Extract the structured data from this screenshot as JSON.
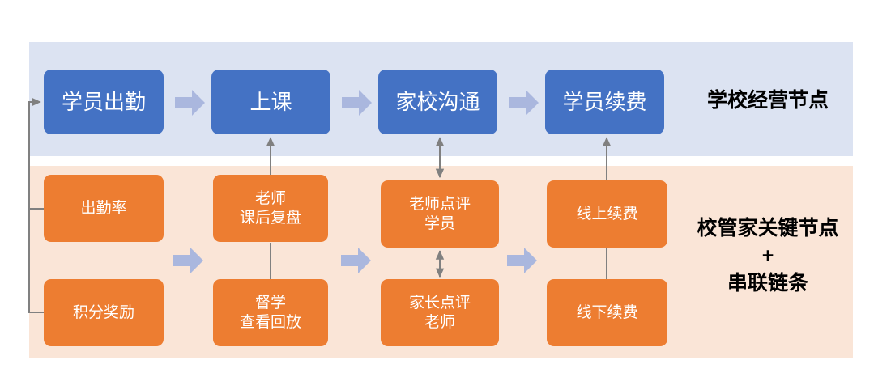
{
  "diagram": {
    "title_top": "学校经营节点",
    "title_bottom": "校管家关键节点\n+\n串联链条",
    "top_band": {
      "background_color": "#dce3f2",
      "node_color": "#4472c4",
      "nodes": [
        {
          "id": "attendance",
          "label": "学员出勤"
        },
        {
          "id": "class",
          "label": "上课"
        },
        {
          "id": "communication",
          "label": "家校沟通"
        },
        {
          "id": "renewal",
          "label": "学员续费"
        }
      ]
    },
    "bottom_band": {
      "background_color": "#fae5d7",
      "node_color": "#ed7d31",
      "columns": [
        {
          "id": "col-1",
          "nodes": [
            {
              "id": "attendance-rate",
              "label": "出勤率"
            },
            {
              "id": "points-reward",
              "label": "积分奖励"
            }
          ]
        },
        {
          "id": "col-2",
          "nodes": [
            {
              "id": "teacher-review",
              "label": "老师\n课后复盘"
            },
            {
              "id": "supervision",
              "label": "督学\n查看回放"
            }
          ]
        },
        {
          "id": "col-3",
          "nodes": [
            {
              "id": "teacher-comment",
              "label": "老师点评\n学员"
            },
            {
              "id": "parent-comment",
              "label": "家长点评\n老师"
            }
          ]
        },
        {
          "id": "col-4",
          "nodes": [
            {
              "id": "online-renewal",
              "label": "线上续费"
            },
            {
              "id": "offline-renewal",
              "label": "线下续费"
            }
          ]
        }
      ]
    },
    "block_arrow_color": "#aab7de",
    "connector_color": "#808080"
  }
}
